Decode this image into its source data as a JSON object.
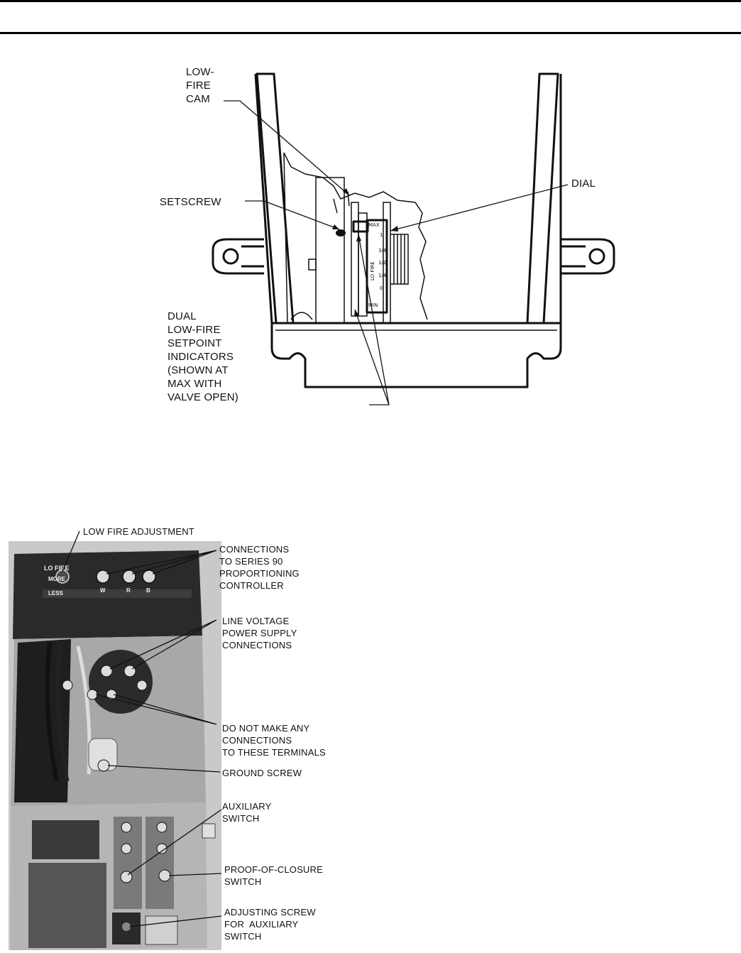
{
  "figure1": {
    "labels": {
      "low_fire_cam": "LOW-\nFIRE\nCAM",
      "setscrew": "SETSCREW",
      "dial": "DIAL",
      "dual_indicators": "DUAL\nLOW-FIRE\nSETPOINT\nINDICATORS\n(SHOWN AT\nMAX WITH\nVALVE OPEN)"
    },
    "dial_marks": {
      "max": "MAX",
      "min": "MIN",
      "lo_fire": "LO FIRE",
      "fractions": [
        "1",
        "3/4",
        "1/2",
        "1/4",
        "0"
      ]
    }
  },
  "figure2": {
    "labels": {
      "low_fire_adjustment": "LOW FIRE ADJUSTMENT",
      "connections_series90": "CONNECTIONS\nTO SERIES 90\nPROPORTIONING\nCONTROLLER",
      "line_voltage": "LINE VOLTAGE\nPOWER SUPPLY\nCONNECTIONS",
      "do_not_connect": "DO NOT MAKE ANY\nCONNECTIONS\nTO THESE TERMINALS",
      "ground_screw": "GROUND SCREW",
      "auxiliary_switch": "AUXILIARY\nSWITCH",
      "proof_of_closure": "PROOF-OF-CLOSURE\nSWITCH",
      "adjusting_screw": "ADJUSTING SCREW\nFOR  AUXILIARY\nSWITCH"
    },
    "photo_marks": {
      "lo_fire": "LO FIRE",
      "more": "MORE",
      "less": "LESS",
      "terminals": [
        "W",
        "R",
        "B"
      ]
    }
  }
}
